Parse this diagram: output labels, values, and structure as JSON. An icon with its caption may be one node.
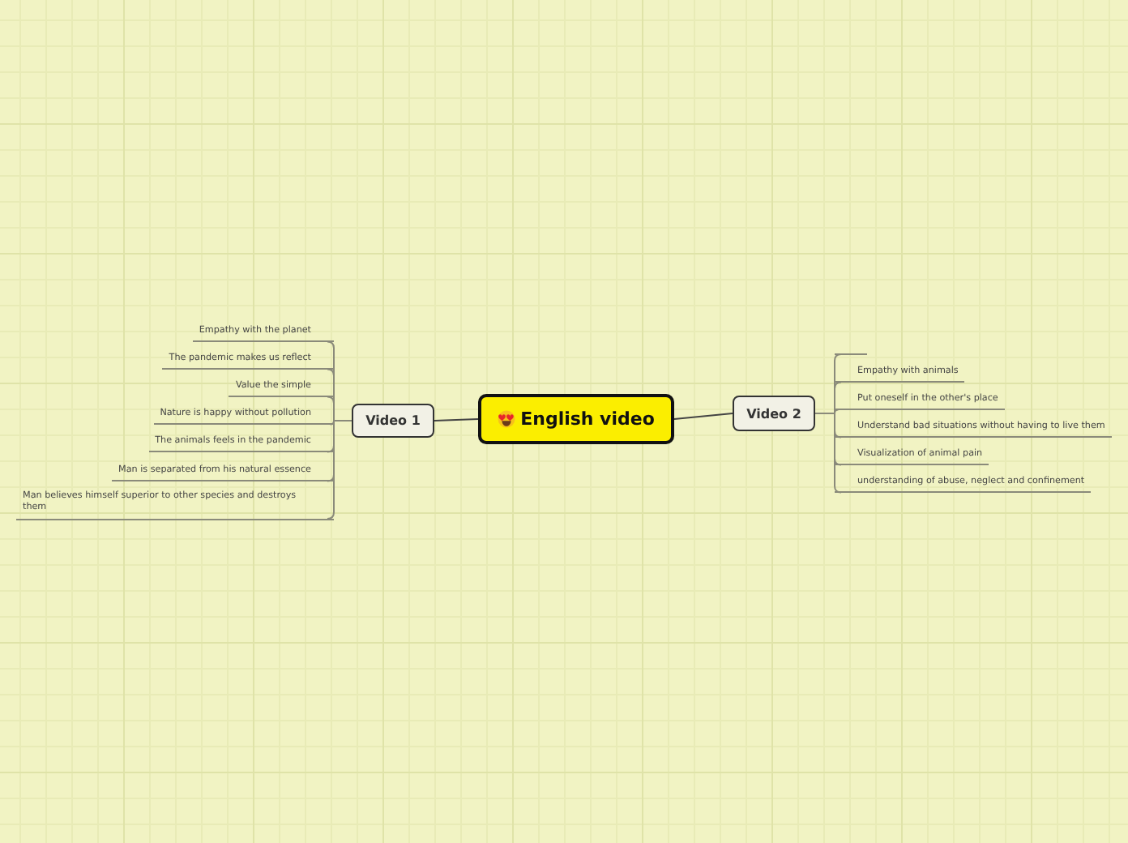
{
  "diagram": {
    "nodes": [
      {
        "text": [
          "English video"
        ]
      },
      {
        "text": [
          "Video 1"
        ]
      },
      {
        "text": [
          "Video 2"
        ]
      },
      {
        "text": [
          "Empathy with the planet"
        ]
      },
      {
        "text": [
          "The pandemic makes us reflect"
        ]
      },
      {
        "text": [
          "Value the simple"
        ]
      },
      {
        "text": [
          "Nature is happy without pollution"
        ]
      },
      {
        "text": [
          "The animals feels in the pandemic"
        ]
      },
      {
        "text": [
          "Man is separated from his natural essence"
        ]
      },
      {
        "text": [
          "Man believes himself superior to other species and destroys them"
        ]
      },
      {
        "text": [],
        "shape": "bar"
      },
      {
        "text": [
          "Empathy with animals"
        ]
      },
      {
        "text": [
          "Put oneself in the other's place"
        ]
      },
      {
        "text": [
          "Understand bad situations without having to live them"
        ]
      },
      {
        "text": [
          "Visualization of animal pain"
        ]
      },
      {
        "text": [
          "understanding of abuse, neglect and confinement"
        ]
      }
    ],
    "edges": [
      {
        "from": 0,
        "to": 1,
        "arrow": "none"
      },
      {
        "from": 0,
        "to": 2,
        "arrow": "none"
      },
      {
        "from": 1,
        "to": 3,
        "arrow": "none"
      },
      {
        "from": 1,
        "to": 4,
        "arrow": "none"
      },
      {
        "from": 1,
        "to": 5,
        "arrow": "none"
      },
      {
        "from": 1,
        "to": 6,
        "arrow": "none"
      },
      {
        "from": 1,
        "to": 7,
        "arrow": "none"
      },
      {
        "from": 1,
        "to": 8,
        "arrow": "none"
      },
      {
        "from": 1,
        "to": 9,
        "arrow": "none"
      },
      {
        "from": 2,
        "to": 10,
        "arrow": "none"
      },
      {
        "from": 2,
        "to": 11,
        "arrow": "none"
      },
      {
        "from": 2,
        "to": 12,
        "arrow": "none"
      },
      {
        "from": 2,
        "to": 13,
        "arrow": "none"
      },
      {
        "from": 2,
        "to": 14,
        "arrow": "none"
      },
      {
        "from": 2,
        "to": 15,
        "arrow": "none"
      }
    ]
  }
}
